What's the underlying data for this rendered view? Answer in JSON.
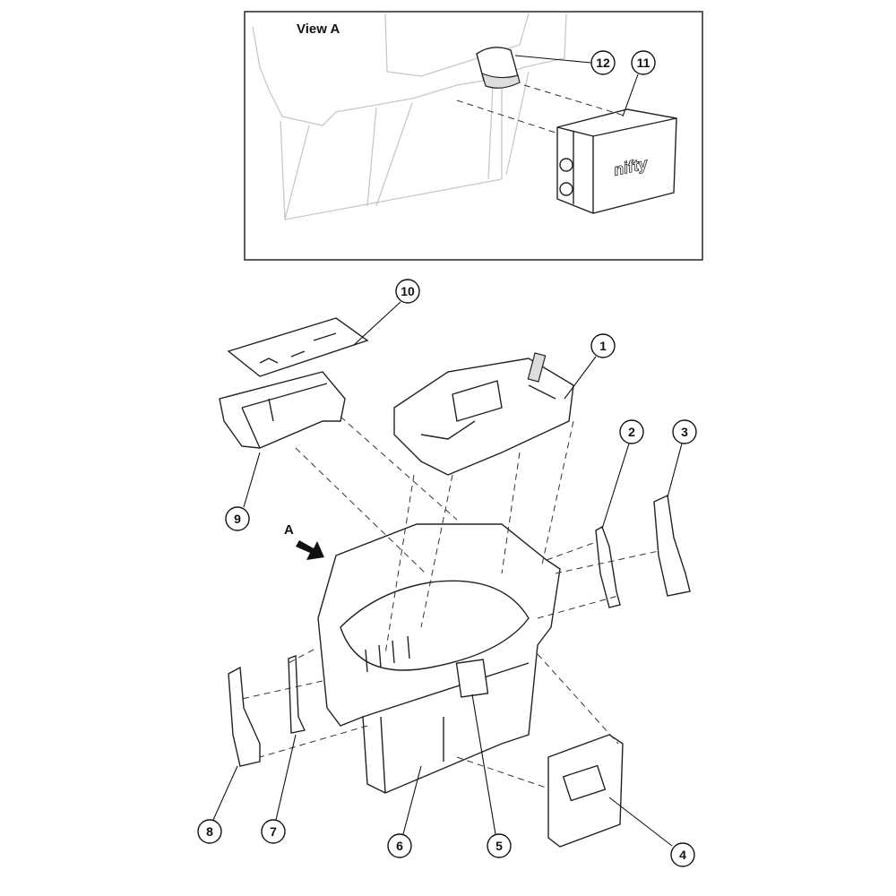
{
  "inset": {
    "title": "View A",
    "brand_logo": "nifty"
  },
  "view_arrow_label": "A",
  "callouts": {
    "c1": "1",
    "c2": "2",
    "c3": "3",
    "c4": "4",
    "c5": "5",
    "c6": "6",
    "c7": "7",
    "c8": "8",
    "c9": "9",
    "c10": "10",
    "c11": "11",
    "c12": "12"
  }
}
